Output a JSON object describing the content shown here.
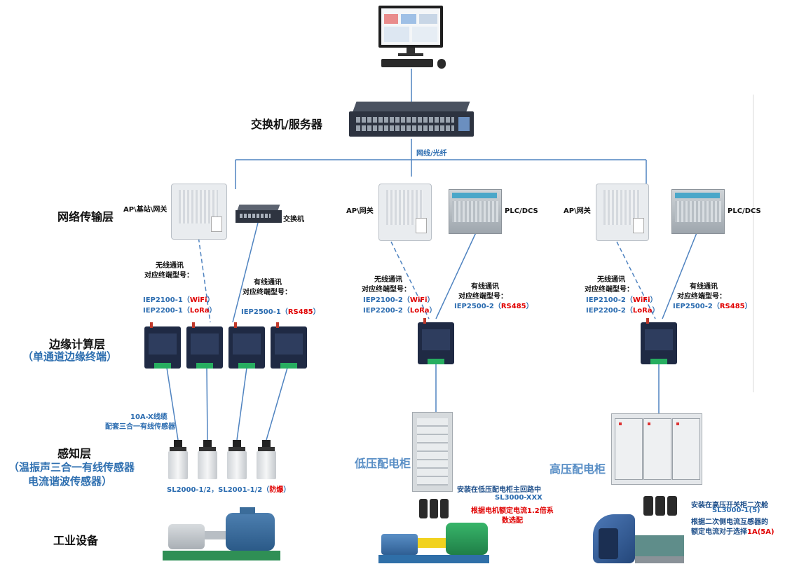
{
  "layers": {
    "server": "交换机/服务器",
    "network": "网络传输层",
    "edge": "边缘计算层",
    "edge_sub": "（单通道边缘终端）",
    "sensing": "感知层",
    "sensing_sub1": "（温振声三合一有线传感器",
    "sensing_sub2": "电流谐波传感器）",
    "industrial": "工业设备"
  },
  "backbone_label": "网线/光纤",
  "left": {
    "ap_label": "AP\\基站\\网关",
    "switch_label": "交换机",
    "wireless_title": "无线通讯",
    "wireless_model_title": "对应终端型号：",
    "wifi_model": "IEP2100-1（",
    "wifi_tag": "WiFi",
    "lora_model": "IEP2200-1（",
    "lora_tag": "LoRa",
    "close_paren": "）",
    "wired_title": "有线通讯",
    "wired_model_title": "对应终端型号：",
    "rs485_model": "IEP2500-1（",
    "rs485_tag": "RS485",
    "cable_label": "10A-X线缆",
    "cable_label2": "配套三合一有线传感器",
    "sensor_models": "SL2000-1/2，SL2001-1/2（",
    "sensor_tag": "防爆"
  },
  "middle": {
    "ap_label": "AP\\网关",
    "plc_label": "PLC/DCS",
    "wireless_title": "无线通讯",
    "wireless_model_title": "对应终端型号：",
    "wifi_model": "IEP2100-2（",
    "wifi_tag": "WiFi",
    "lora_model": "IEP2200-2（",
    "lora_tag": "LoRa",
    "close_paren": "）",
    "wired_title": "有线通讯",
    "wired_model_title": "对应终端型号：",
    "rs485_model": "IEP2500-2（",
    "rs485_tag": "RS485",
    "cabinet_label": "低压配电柜",
    "install_note": "安装在低压配电柜主回路中",
    "ct_model": "SL3000-XXX",
    "ct_note1": "根据电机额定电流1.2倍系",
    "ct_note2": "数选配"
  },
  "right": {
    "ap_label": "AP\\网关",
    "plc_label": "PLC/DCS",
    "wireless_title": "无线通讯",
    "wireless_model_title": "对应终端型号：",
    "wifi_model": "IEP2100-2（",
    "wifi_tag": "WiFi",
    "lora_model": "IEP2200-2（",
    "lora_tag": "LoRa",
    "close_paren": "）",
    "wired_title": "有线通讯",
    "wired_model_title": "对应终端型号：",
    "rs485_model": "IEP2500-2（",
    "rs485_tag": "RS485",
    "cabinet_label": "高压配电柜",
    "install_note": "安装在高压开关柜二次舱",
    "ct_model": "SL3000-1(5)",
    "ct_note1": "根据二次侧电流互感器的",
    "ct_note2": "额定电流对于选择",
    "ct_tag": "1A(5A)"
  },
  "colors": {
    "line": "#4f83c0",
    "label_blue": "#2b6cb0",
    "accent_red": "#e00000",
    "cabinet_blue": "#5a8fc6"
  }
}
